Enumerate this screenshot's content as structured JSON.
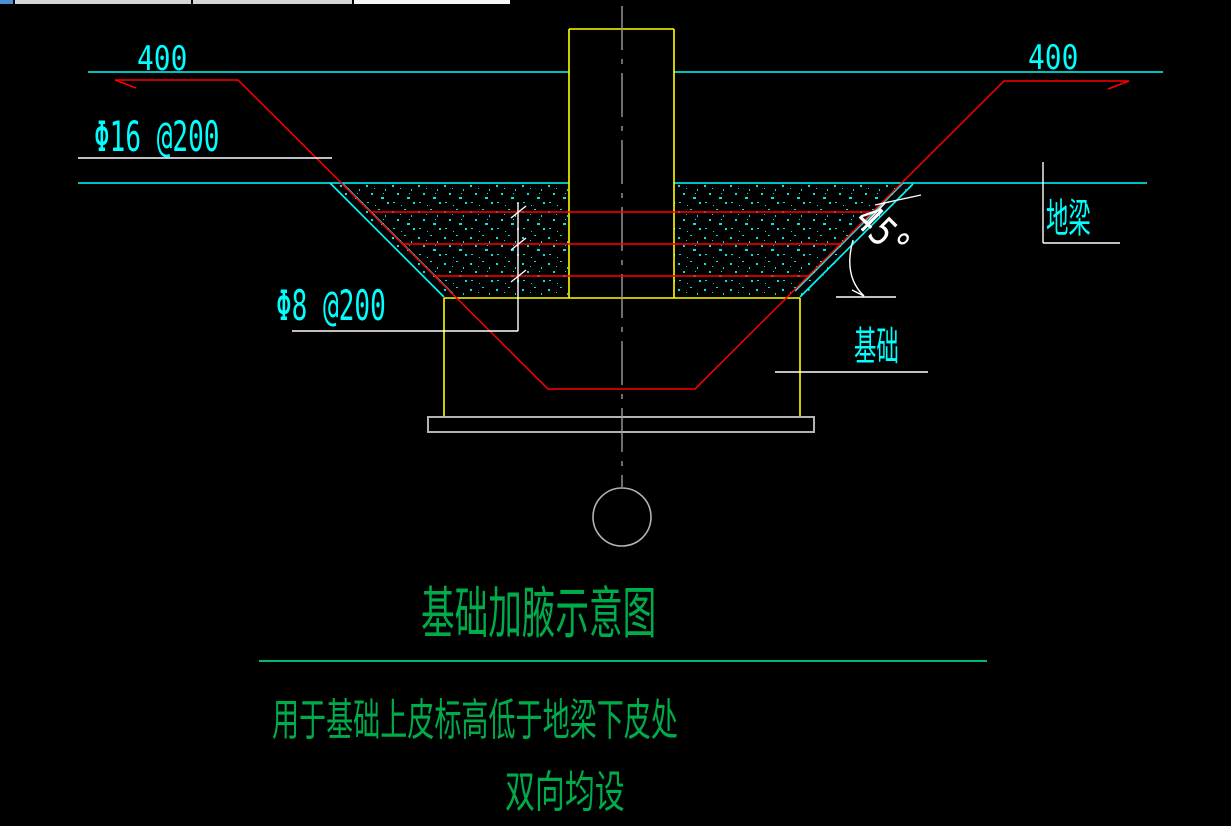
{
  "window": {
    "tab_strip": {
      "description": "bottom sliver of application tab bar",
      "active_tab_color": "#4d90d9",
      "tab_color": "#d6d6d6",
      "last_tab_color": "#f5f5f5"
    }
  },
  "drawing": {
    "labels": {
      "dim_left": "400",
      "dim_right": "400",
      "top_rebar": "Φ16 @200",
      "haunch_rebar": "Φ8 @200",
      "ground_beam": "地梁",
      "foundation": "基础",
      "angle": "45°"
    },
    "title": "基础加腋示意图",
    "notes": [
      "用于基础上皮标高低于地梁下皮处",
      "双向均设"
    ],
    "colors": {
      "background": "#000000",
      "line_cyan": "#00ffff",
      "line_red": "#ff0000",
      "line_yellow": "#ffff00",
      "line_white": "#ffffff",
      "line_gray": "#aaaaaa",
      "text_green": "#00ab4a",
      "underline_green": "#00b878"
    }
  }
}
